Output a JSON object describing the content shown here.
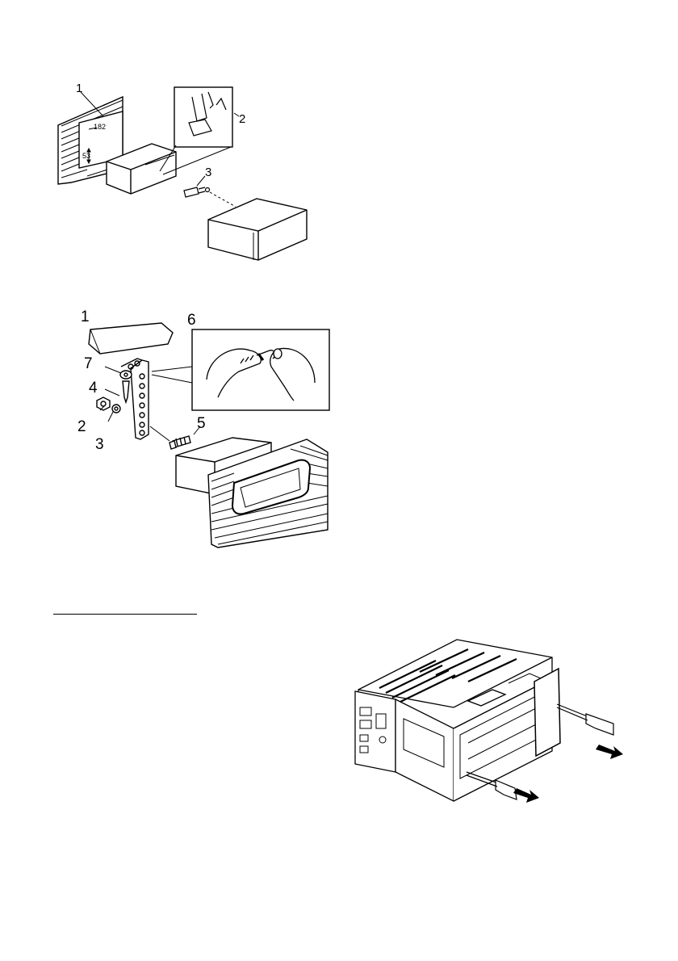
{
  "figure1": {
    "callouts": [
      "1",
      "2",
      "3"
    ],
    "dim_width": "182",
    "dim_height": "53"
  },
  "figure2": {
    "callouts": [
      "1",
      "6",
      "7",
      "4",
      "2",
      "3",
      "5"
    ]
  },
  "section_rule": "",
  "figure3": {
    "arrow_count": 2
  },
  "colors": {
    "line": "#000000",
    "background": "#ffffff",
    "bracket_fill": "#d9d9d9"
  }
}
